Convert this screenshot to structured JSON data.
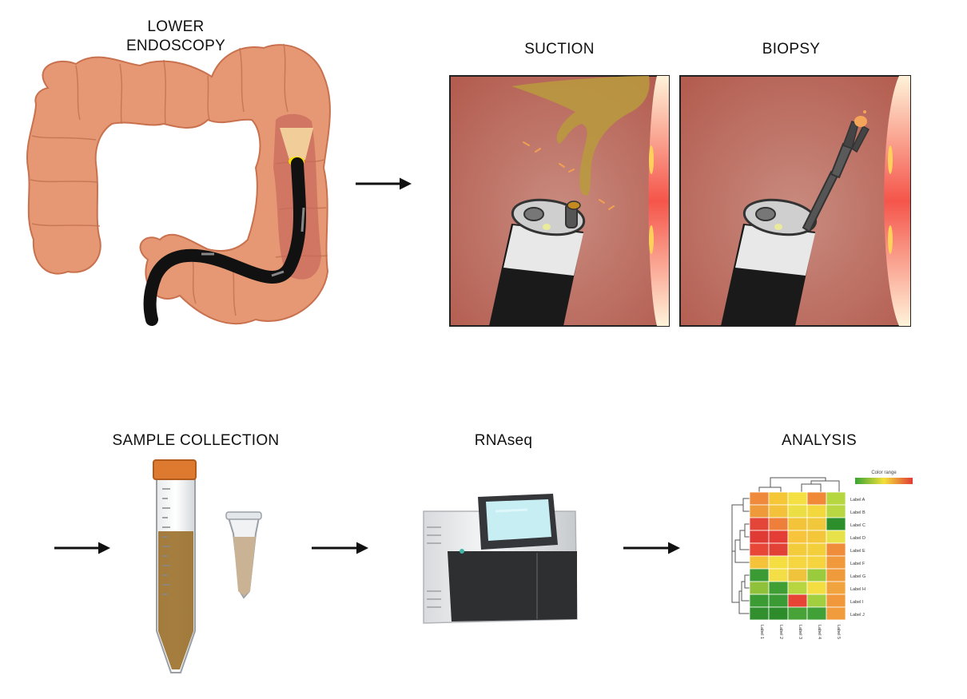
{
  "labels": {
    "lower_endoscopy_line1": "LOWER",
    "lower_endoscopy_line2": "ENDOSCOPY",
    "suction": "SUCTION",
    "biopsy": "BIOPSY",
    "sample_collection": "SAMPLE COLLECTION",
    "rnaseq": "RNAseq",
    "analysis": "ANALYSIS"
  },
  "heatmap": {
    "color_range_label": "Color range",
    "row_labels": [
      "Label A",
      "Label B",
      "Label C",
      "Label D",
      "Label E",
      "Label F",
      "Label G",
      "Label H",
      "Label I",
      "Label J"
    ],
    "column_labels": [
      "Label 1",
      "Label 2",
      "Label 3",
      "Label 4",
      "Label 5"
    ],
    "scale_colors": [
      "#3aa535",
      "#f2e13a",
      "#e23b35"
    ],
    "cells": [
      [
        "#ef8a3c",
        "#f5c636",
        "#f5e043",
        "#f08a38",
        "#b7d740"
      ],
      [
        "#ee9a3a",
        "#f4c23a",
        "#ecdf45",
        "#f2d83c",
        "#b9d742"
      ],
      [
        "#e44539",
        "#ee7f3b",
        "#f3c33a",
        "#f1c73c",
        "#2d8f2b"
      ],
      [
        "#e03a35",
        "#e33d35",
        "#f7c43b",
        "#f4c63a",
        "#e8e24a"
      ],
      [
        "#e84636",
        "#e24235",
        "#f2cc3b",
        "#f3cf3c",
        "#ef8d3b"
      ],
      [
        "#f4c33a",
        "#f4de42",
        "#f6d640",
        "#f5d43f",
        "#f0993d"
      ],
      [
        "#3a9a34",
        "#f3df45",
        "#f0c33c",
        "#9acb3c",
        "#ef9a3b"
      ],
      [
        "#8fc23a",
        "#3f9f34",
        "#b6d53f",
        "#f3dd41",
        "#f1a33d"
      ],
      [
        "#3c9c34",
        "#3a9a33",
        "#e84436",
        "#a2cf3f",
        "#f1973c"
      ],
      [
        "#318f2d",
        "#2d8c2a",
        "#47a337",
        "#41a036",
        "#f09c3d"
      ]
    ]
  }
}
